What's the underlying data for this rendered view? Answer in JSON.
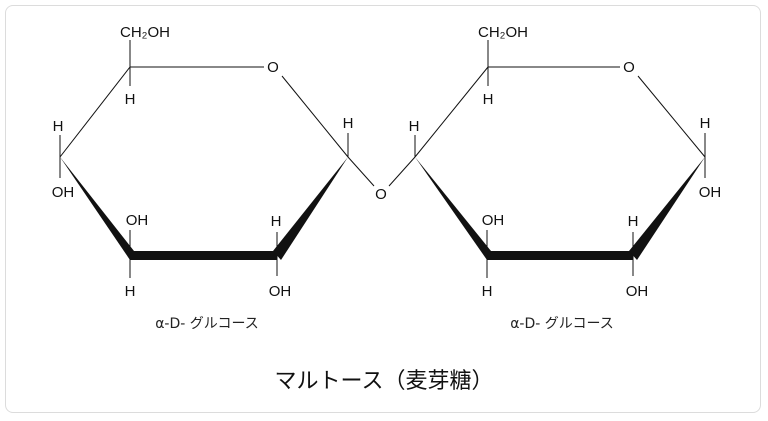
{
  "diagram": {
    "title": "マルトース（麦芽糖）",
    "left_ring": {
      "caption": "α-D- グルコース",
      "ch2oh": "CH₂OH",
      "ring_o": "O",
      "c5_h": "H",
      "c4_h": "H",
      "c4_oh": "OH",
      "c3_oh": "OH",
      "c3_h": "H",
      "c2_h": "H",
      "c2_oh": "OH",
      "c1_h": "H"
    },
    "glycosidic_o": "O",
    "right_ring": {
      "caption": "α-D- グルコース",
      "ch2oh": "CH₂OH",
      "ring_o": "O",
      "c5_h": "H",
      "c4_h": "H",
      "c3_oh": "OH",
      "c3_h": "H",
      "c2_h": "H",
      "c2_oh": "OH",
      "c1_h": "H",
      "c1_oh": "OH"
    }
  }
}
